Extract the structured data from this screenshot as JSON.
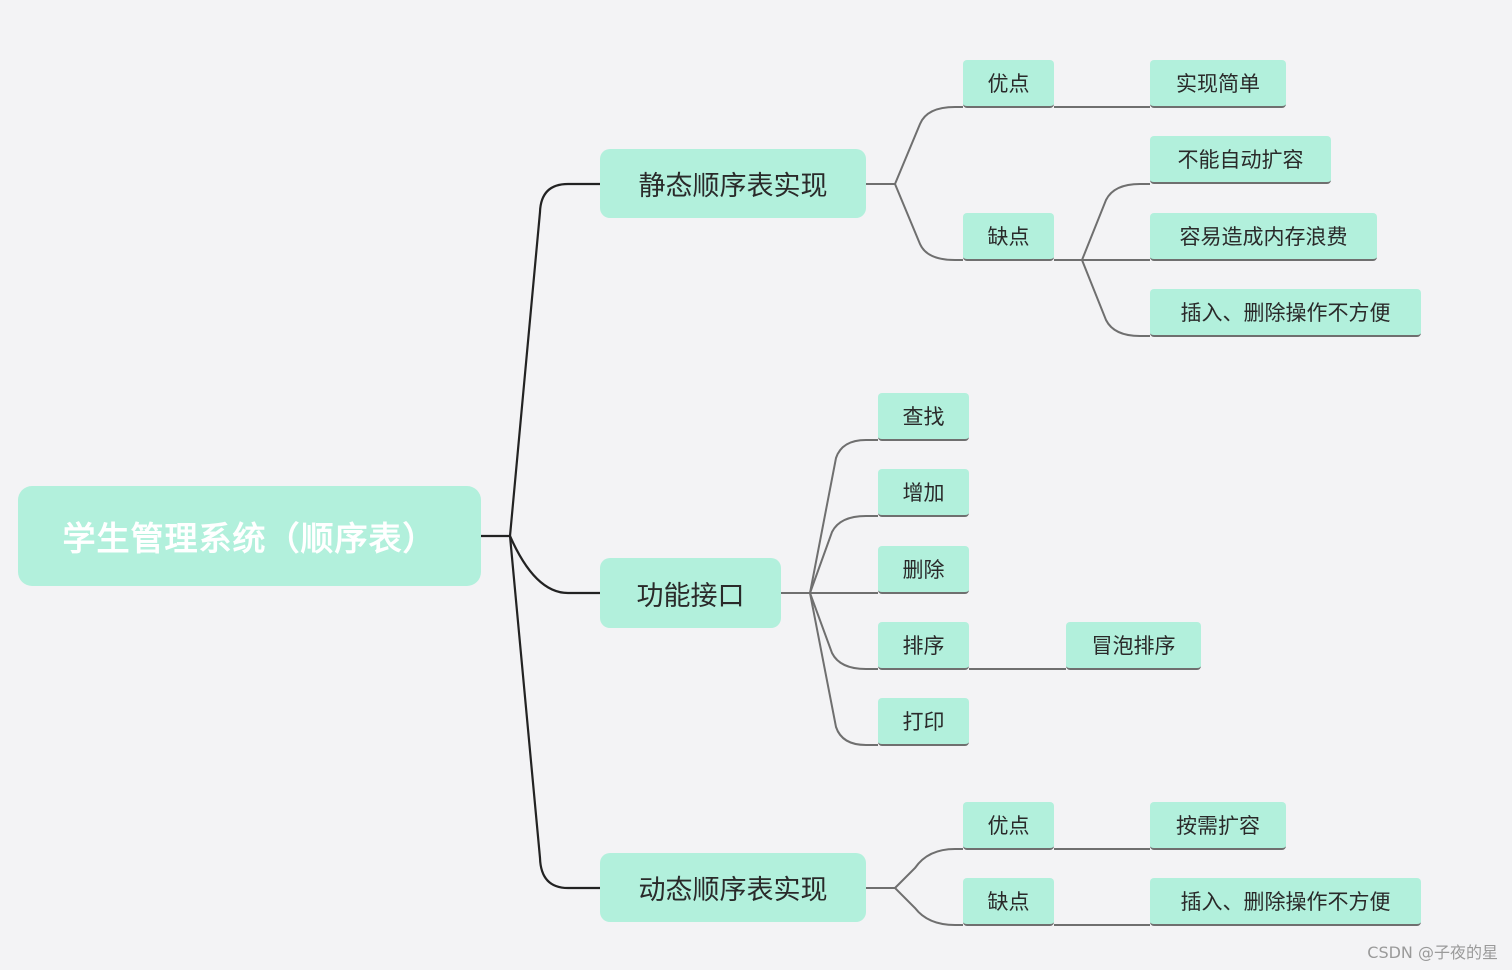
{
  "mindmap": {
    "root": "学生管理系统（顺序表）",
    "static_impl": {
      "label": "静态顺序表实现",
      "advantage": {
        "label": "优点",
        "items": [
          "实现简单"
        ]
      },
      "disadvantage": {
        "label": "缺点",
        "items": [
          "不能自动扩容",
          "容易造成内存浪费",
          "插入、删除操作不方便"
        ]
      }
    },
    "functions": {
      "label": "功能接口",
      "items": [
        "查找",
        "增加",
        "删除",
        "排序",
        "打印"
      ],
      "sort_detail": "冒泡排序"
    },
    "dynamic_impl": {
      "label": "动态顺序表实现",
      "advantage": {
        "label": "优点",
        "items": [
          "按需扩容"
        ]
      },
      "disadvantage": {
        "label": "缺点",
        "items": [
          "插入、删除操作不方便"
        ]
      }
    }
  },
  "colors": {
    "background": "#f3f3f5",
    "node_fill": "#b2f0dc",
    "root_text": "#ffffff",
    "main_connector": "#222222",
    "branch_connector": "#6f6f6f"
  },
  "watermark": "CSDN @子夜的星"
}
